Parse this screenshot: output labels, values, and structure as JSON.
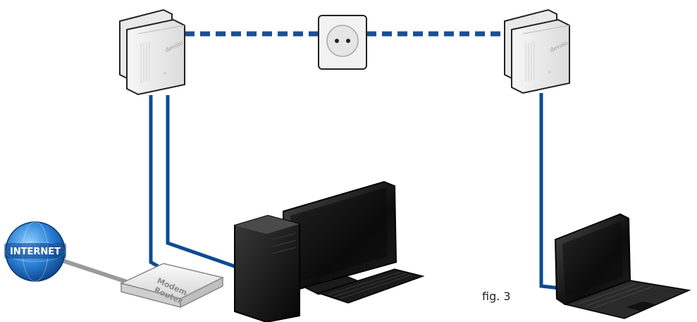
{
  "internet_label": "INTERNET",
  "router_label_line1": "Modem",
  "router_label_line2": "Router",
  "caption": "fig. 3",
  "colors": {
    "cable": "#0d4a93",
    "dashed_link": "#1a4f95",
    "grey_cable": "#9a9a9a",
    "globe": "#1e6fc4"
  }
}
